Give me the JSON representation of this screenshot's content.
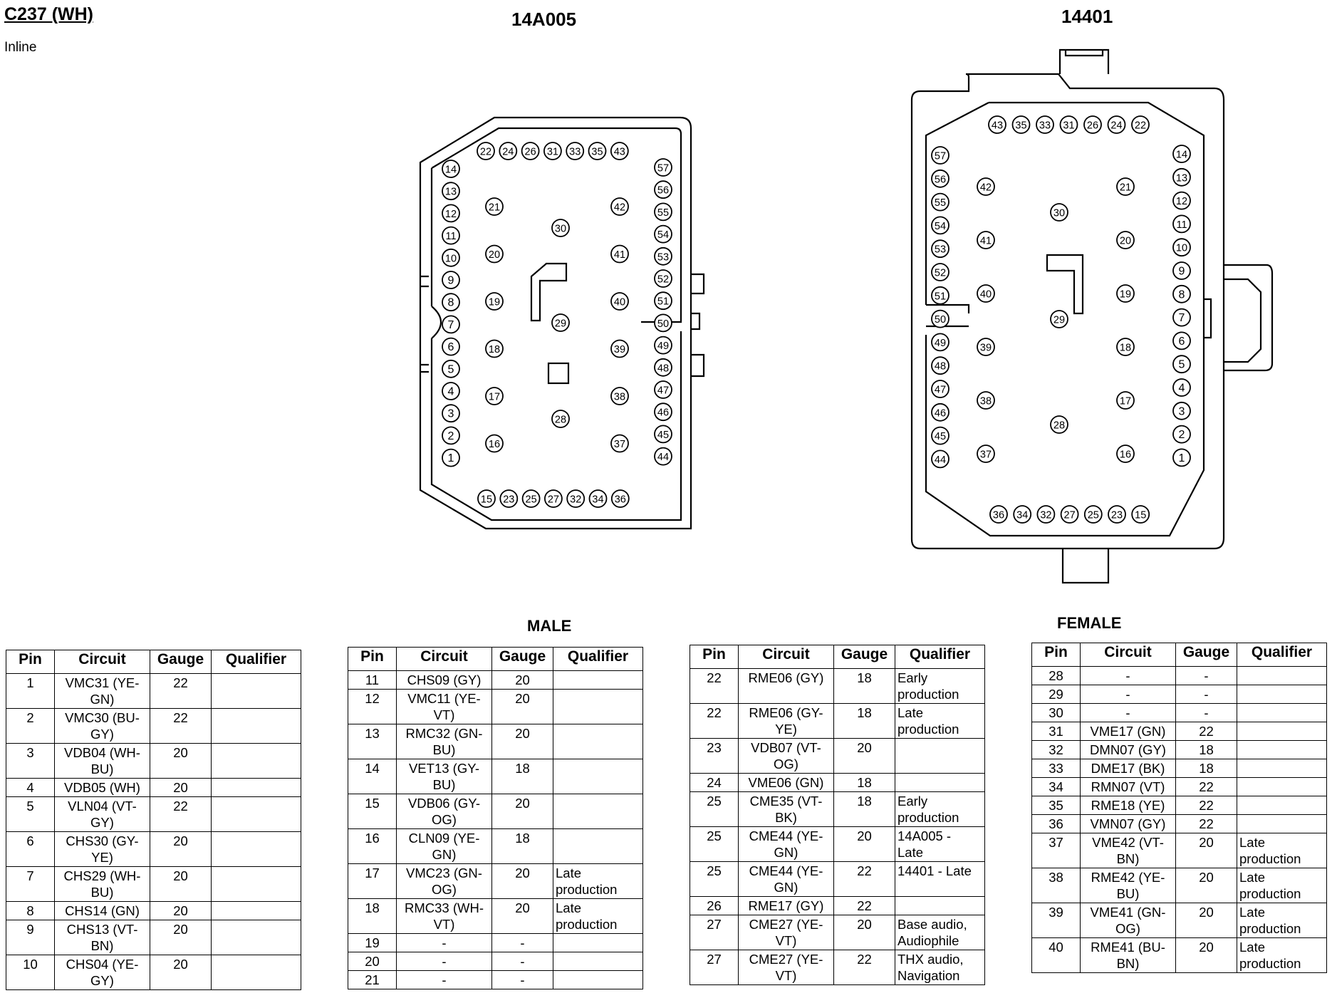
{
  "header": {
    "connector_id": "C237 (WH)",
    "location": "Inline"
  },
  "connectors": [
    {
      "part": "14A005",
      "gender": "MALE"
    },
    {
      "part": "14401",
      "gender": "FEMALE"
    }
  ],
  "male_pins": {
    "left_column": [
      "14",
      "13",
      "12",
      "11",
      "10",
      "9",
      "8",
      "7",
      "6",
      "5",
      "4",
      "3",
      "2",
      "1"
    ],
    "top_row": [
      "22",
      "24",
      "26",
      "31",
      "33",
      "35",
      "43"
    ],
    "right_column": [
      "57",
      "56",
      "55",
      "54",
      "53",
      "52",
      "51",
      "50",
      "49",
      "48",
      "47",
      "46",
      "45",
      "44"
    ],
    "bottom_row": [
      "15",
      "23",
      "25",
      "27",
      "32",
      "34",
      "36"
    ],
    "inner_left": [
      "21",
      "20",
      "19",
      "18",
      "17",
      "16"
    ],
    "inner_right": [
      "42",
      "41",
      "40",
      "39",
      "38",
      "37"
    ],
    "center": [
      "30",
      "29",
      "28"
    ]
  },
  "female_pins": {
    "top_row": [
      "43",
      "35",
      "33",
      "31",
      "26",
      "24",
      "22"
    ],
    "left_column": [
      "57",
      "56",
      "55",
      "54",
      "53",
      "52",
      "51",
      "50",
      "49",
      "48",
      "47",
      "46",
      "45",
      "44"
    ],
    "right_column": [
      "14",
      "13",
      "12",
      "11",
      "10",
      "9",
      "8",
      "7",
      "6",
      "5",
      "4",
      "3",
      "2",
      "1"
    ],
    "bottom_row": [
      "36",
      "34",
      "32",
      "27",
      "25",
      "23",
      "15"
    ],
    "inner_left": [
      "42",
      "41",
      "40",
      "39",
      "38",
      "37"
    ],
    "inner_right": [
      "21",
      "20",
      "19",
      "18",
      "17",
      "16"
    ],
    "center": [
      "30",
      "29",
      "28"
    ]
  },
  "table_headers": {
    "pin": "Pin",
    "circuit": "Circuit",
    "gauge": "Gauge",
    "qualifier": "Qualifier"
  },
  "tables": [
    {
      "rows": [
        {
          "pin": "1",
          "circuit": "VMC31 (YE-\nGN)",
          "gauge": "22",
          "qualifier": ""
        },
        {
          "pin": "2",
          "circuit": "VMC30 (BU-\nGY)",
          "gauge": "22",
          "qualifier": ""
        },
        {
          "pin": "3",
          "circuit": "VDB04 (WH-\nBU)",
          "gauge": "20",
          "qualifier": ""
        },
        {
          "pin": "4",
          "circuit": "VDB05 (WH)",
          "gauge": "20",
          "qualifier": ""
        },
        {
          "pin": "5",
          "circuit": "VLN04 (VT-\nGY)",
          "gauge": "22",
          "qualifier": ""
        },
        {
          "pin": "6",
          "circuit": "CHS30 (GY-\nYE)",
          "gauge": "20",
          "qualifier": ""
        },
        {
          "pin": "7",
          "circuit": "CHS29 (WH-\nBU)",
          "gauge": "20",
          "qualifier": ""
        },
        {
          "pin": "8",
          "circuit": "CHS14 (GN)",
          "gauge": "20",
          "qualifier": ""
        },
        {
          "pin": "9",
          "circuit": "CHS13 (VT-\nBN)",
          "gauge": "20",
          "qualifier": ""
        },
        {
          "pin": "10",
          "circuit": "CHS04 (YE-\nGY)",
          "gauge": "20",
          "qualifier": ""
        }
      ]
    },
    {
      "rows": [
        {
          "pin": "11",
          "circuit": "CHS09 (GY)",
          "gauge": "20",
          "qualifier": ""
        },
        {
          "pin": "12",
          "circuit": "VMC11 (YE-\nVT)",
          "gauge": "20",
          "qualifier": ""
        },
        {
          "pin": "13",
          "circuit": "RMC32 (GN-\nBU)",
          "gauge": "20",
          "qualifier": ""
        },
        {
          "pin": "14",
          "circuit": "VET13 (GY-\nBU)",
          "gauge": "18",
          "qualifier": ""
        },
        {
          "pin": "15",
          "circuit": "VDB06 (GY-\nOG)",
          "gauge": "20",
          "qualifier": ""
        },
        {
          "pin": "16",
          "circuit": "CLN09 (YE-\nGN)",
          "gauge": "18",
          "qualifier": ""
        },
        {
          "pin": "17",
          "circuit": "VMC23 (GN-\nOG)",
          "gauge": "20",
          "qualifier": "Late\nproduction"
        },
        {
          "pin": "18",
          "circuit": "RMC33 (WH-\nVT)",
          "gauge": "20",
          "qualifier": "Late\nproduction"
        },
        {
          "pin": "19",
          "circuit": "-",
          "gauge": "-",
          "qualifier": ""
        },
        {
          "pin": "20",
          "circuit": "-",
          "gauge": "-",
          "qualifier": ""
        },
        {
          "pin": "21",
          "circuit": "-",
          "gauge": "-",
          "qualifier": ""
        }
      ]
    },
    {
      "rows": [
        {
          "pin": "22",
          "circuit": "RME06 (GY)",
          "gauge": "18",
          "qualifier": "Early\nproduction"
        },
        {
          "pin": "22",
          "circuit": "RME06 (GY-\nYE)",
          "gauge": "18",
          "qualifier": "Late\nproduction"
        },
        {
          "pin": "23",
          "circuit": "VDB07 (VT-\nOG)",
          "gauge": "20",
          "qualifier": ""
        },
        {
          "pin": "24",
          "circuit": "VME06 (GN)",
          "gauge": "18",
          "qualifier": ""
        },
        {
          "pin": "25",
          "circuit": "CME35 (VT-\nBK)",
          "gauge": "18",
          "qualifier": "Early\nproduction"
        },
        {
          "pin": "25",
          "circuit": "CME44 (YE-\nGN)",
          "gauge": "20",
          "qualifier": "14A005 -\nLate"
        },
        {
          "pin": "25",
          "circuit": "CME44 (YE-\nGN)",
          "gauge": "22",
          "qualifier": "14401 - Late"
        },
        {
          "pin": "26",
          "circuit": "RME17 (GY)",
          "gauge": "22",
          "qualifier": ""
        },
        {
          "pin": "27",
          "circuit": "CME27 (YE-\nVT)",
          "gauge": "20",
          "qualifier": "Base audio,\nAudiophile"
        },
        {
          "pin": "27",
          "circuit": "CME27 (YE-\nVT)",
          "gauge": "22",
          "qualifier": "THX audio,\nNavigation"
        }
      ]
    },
    {
      "rows": [
        {
          "pin": "28",
          "circuit": "-",
          "gauge": "-",
          "qualifier": ""
        },
        {
          "pin": "29",
          "circuit": "-",
          "gauge": "-",
          "qualifier": ""
        },
        {
          "pin": "30",
          "circuit": "-",
          "gauge": "-",
          "qualifier": ""
        },
        {
          "pin": "31",
          "circuit": "VME17 (GN)",
          "gauge": "22",
          "qualifier": ""
        },
        {
          "pin": "32",
          "circuit": "DMN07 (GY)",
          "gauge": "18",
          "qualifier": ""
        },
        {
          "pin": "33",
          "circuit": "DME17 (BK)",
          "gauge": "18",
          "qualifier": ""
        },
        {
          "pin": "34",
          "circuit": "RMN07 (VT)",
          "gauge": "22",
          "qualifier": ""
        },
        {
          "pin": "35",
          "circuit": "RME18 (YE)",
          "gauge": "22",
          "qualifier": ""
        },
        {
          "pin": "36",
          "circuit": "VMN07 (GY)",
          "gauge": "22",
          "qualifier": ""
        },
        {
          "pin": "37",
          "circuit": "VME42 (VT-\nBN)",
          "gauge": "20",
          "qualifier": "Late\nproduction"
        },
        {
          "pin": "38",
          "circuit": "RME42 (YE-\nBU)",
          "gauge": "20",
          "qualifier": "Late\nproduction"
        },
        {
          "pin": "39",
          "circuit": "VME41 (GN-\nOG)",
          "gauge": "20",
          "qualifier": "Late\nproduction"
        },
        {
          "pin": "40",
          "circuit": "RME41 (BU-\nBN)",
          "gauge": "20",
          "qualifier": "Late\nproduction"
        }
      ]
    }
  ]
}
